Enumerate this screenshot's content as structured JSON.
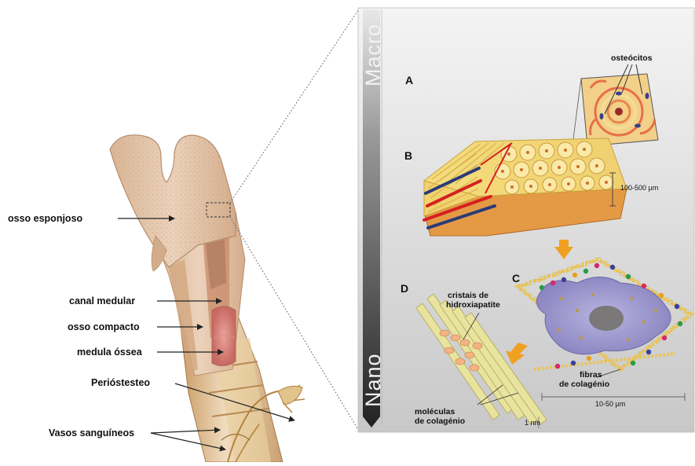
{
  "labels": {
    "osso_esponjoso": "osso esponjoso",
    "canal_medular": "canal medular",
    "osso_compacto": "osso compacto",
    "medula_ossea": "medula óssea",
    "periosteo": "Perióstesteo",
    "vasos": "Vasos sanguíneos"
  },
  "panel": {
    "scale_top": "Macro",
    "scale_bottom": "Nano",
    "letter_a": "A",
    "letter_b": "B",
    "letter_c": "C",
    "letter_d": "D",
    "osteocitos": "osteócitos",
    "dim_b": "100-500 µm",
    "cristais_1": "cristais de",
    "cristais_2": "hidroxiapatite",
    "fibras_1": "fibras",
    "fibras_2": "de colagénio",
    "dim_c": "10-50 µm",
    "moleculas_1": "moléculas",
    "moleculas_2": "de colagénio",
    "dim_d": "1 nm"
  },
  "colors": {
    "bone": "#e3c3a8",
    "panel_bg": "#e4e4e4",
    "arrow": "#f0a020",
    "osteon_ring": "#e8c45a",
    "red_vessel": "#d42020",
    "blue_vessel": "#2a3a78",
    "cell": "#8a86c0"
  }
}
